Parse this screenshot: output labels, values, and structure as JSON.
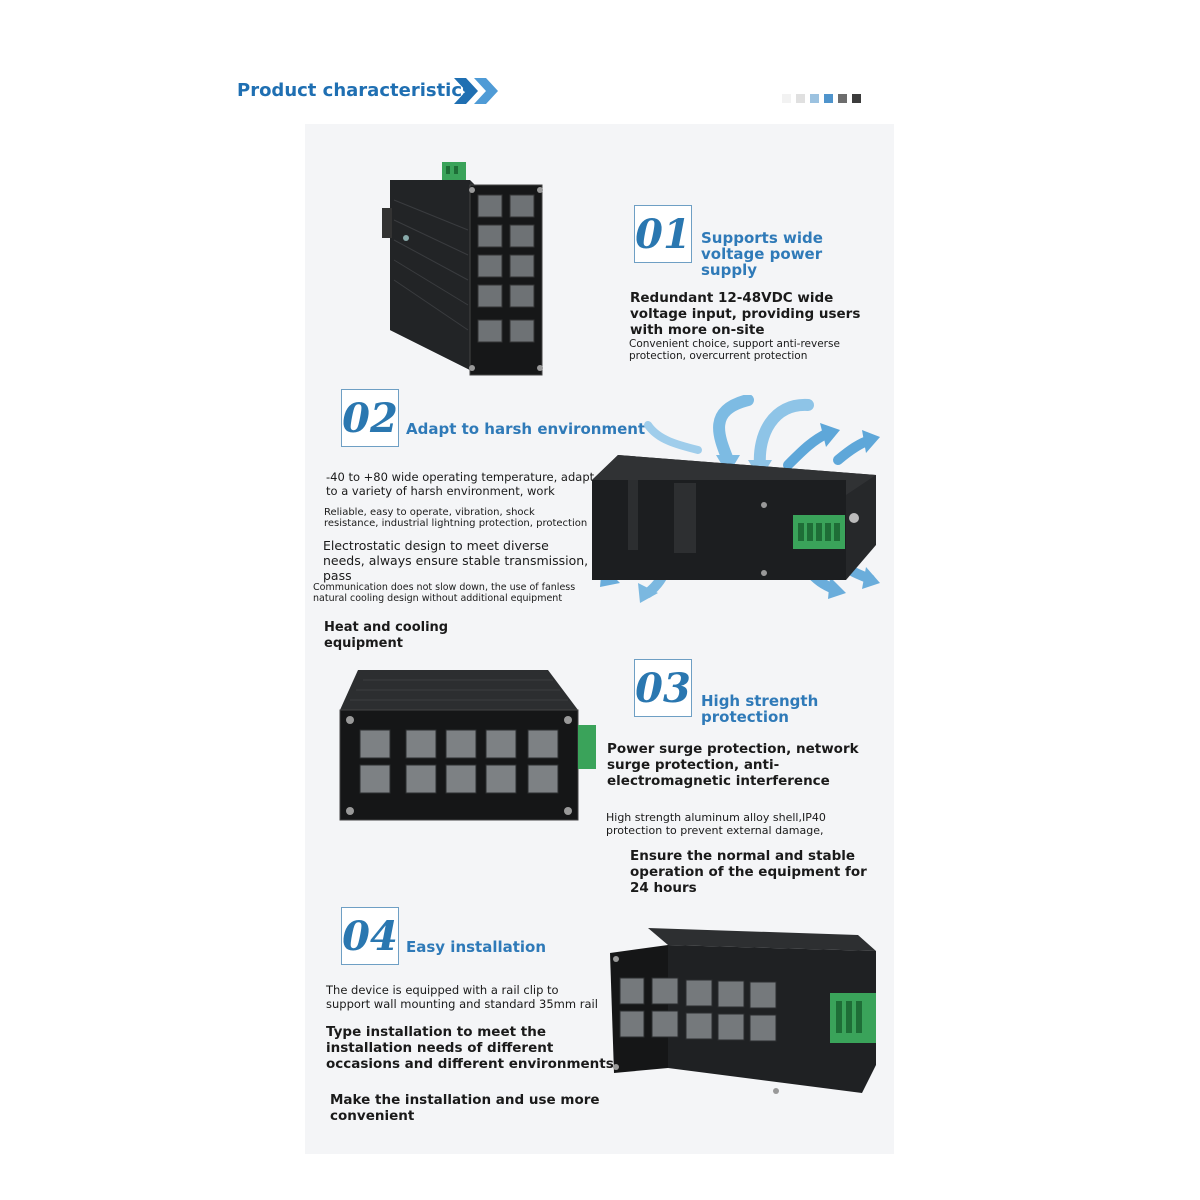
{
  "header": {
    "title": "Product characteristics",
    "swatch_colors": [
      "#f2f2f2",
      "#e0e0e0",
      "#9cc2e0",
      "#4f94cc",
      "#6d6d6d",
      "#3c3c3c"
    ]
  },
  "features": [
    {
      "number": "01",
      "title": "Supports wide voltage power supply",
      "heading": "Redundant 12-48VDC wide voltage input, providing users with more on-site",
      "note": "Convenient choice, support anti-reverse protection, overcurrent protection"
    },
    {
      "number": "02",
      "title": "Adapt to harsh environment",
      "lines": [
        "-40 to +80 wide operating temperature, adapt to a variety of harsh environment, work",
        "Reliable, easy to operate, vibration, shock resistance, industrial lightning protection, protection",
        "Electrostatic design to meet diverse needs, always ensure stable transmission, pass",
        "Communication does not slow down, the use of fanless natural cooling design without additional equipment",
        "Heat and cooling equipment"
      ]
    },
    {
      "number": "03",
      "title": "High strength protection",
      "lines": [
        "Power surge protection, network surge protection, anti-electromagnetic interference",
        "High strength aluminum alloy shell,IP40 protection to prevent external damage,",
        "Ensure the normal and stable operation of the equipment for 24 hours"
      ]
    },
    {
      "number": "04",
      "title": "Easy installation",
      "lines": [
        "The device is equipped with a rail clip to support wall mounting and standard 35mm rail",
        "Type installation to meet the installation needs of different occasions and different environments",
        "Make the installation and use more convenient"
      ]
    }
  ],
  "colors": {
    "accent": "#2f7ab8",
    "device_body": "#1b1d1f",
    "terminal_green": "#3aa35a",
    "arrow_blue": "#6fb2dd"
  }
}
